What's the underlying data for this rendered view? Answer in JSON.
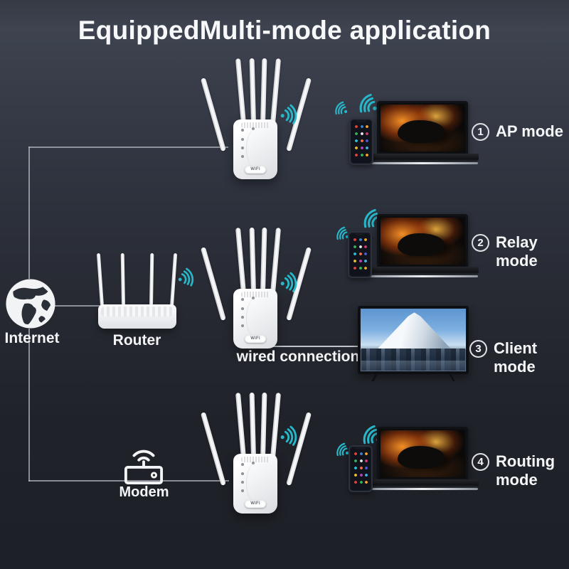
{
  "title": "EquippedMulti-mode application",
  "labels": {
    "internet": "Internet",
    "router": "Router",
    "modem": "Modem",
    "wired_connection": "wired connection"
  },
  "modes": [
    {
      "number": "1",
      "label": "AP mode"
    },
    {
      "number": "2",
      "label": "Relay mode"
    },
    {
      "number": "3",
      "label": "Client mode"
    },
    {
      "number": "4",
      "label": "Routing mode"
    }
  ],
  "repeater": {
    "badge": "WiFi"
  },
  "colors": {
    "wifi_accent": "#28b6c8",
    "background_top": "#3e4350",
    "background_bottom": "#1e2027",
    "text": "#f5f6f8",
    "connector_line": "#b6bbc3"
  }
}
